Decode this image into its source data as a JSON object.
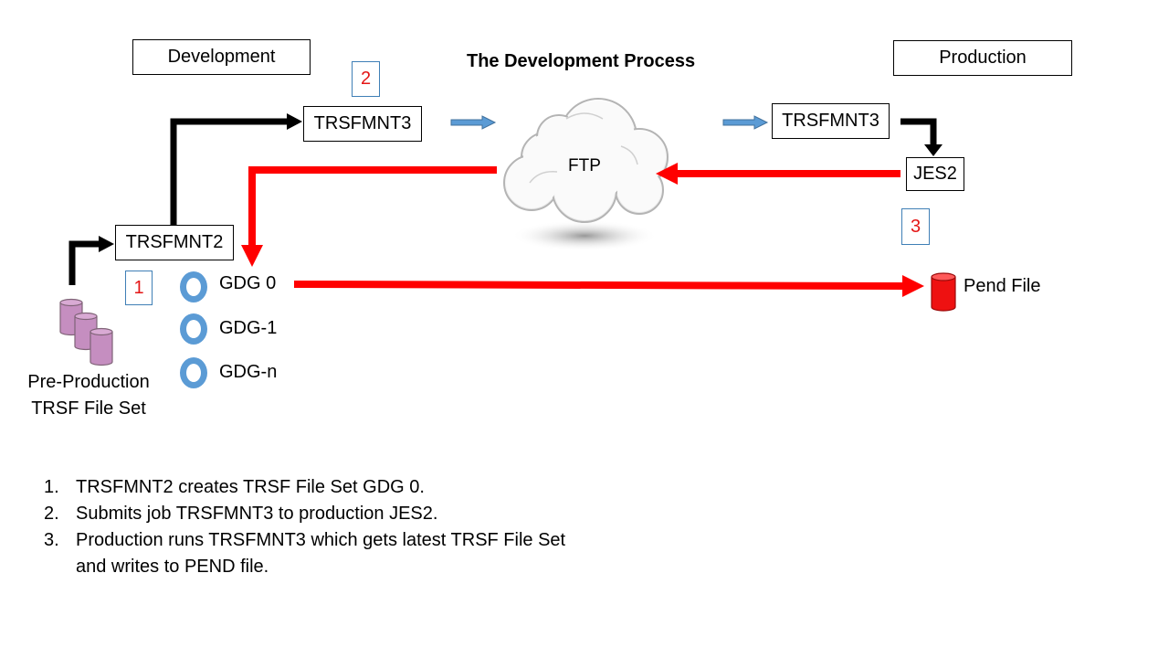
{
  "title": "The Development Process",
  "headers": {
    "development": "Development",
    "production": "Production"
  },
  "step_markers": [
    "1",
    "2",
    "3"
  ],
  "boxes": {
    "trsfmnt2": "TRSFMNT2",
    "trsfmnt3_dev": "TRSFMNT3",
    "trsfmnt3_prod": "TRSFMNT3",
    "jes2": "JES2"
  },
  "cloud_label": "FTP",
  "gdg": [
    "GDG 0",
    "GDG-1",
    "GDG-n"
  ],
  "pre_production": [
    "Pre-Production",
    "TRSF File Set"
  ],
  "pend_file": "Pend File",
  "notes": [
    {
      "n": "1.",
      "text": "TRSFMNT2 creates TRSF File Set GDG 0."
    },
    {
      "n": "2.",
      "text": "Submits job TRSFMNT3 to production JES2."
    },
    {
      "n": "3.",
      "text": "Production runs TRSFMNT3 which gets latest TRSF File Set and writes to PEND file."
    }
  ],
  "colors": {
    "red_arrow": "#ff0000",
    "black_arrow": "#000000",
    "blue_arrow": "#5b9bd5",
    "gdg_ring": "#5b9bd5",
    "database": "#c58ec0",
    "pend_cylinder": "#ee1111",
    "marker_text": "#e41616"
  },
  "icons": {
    "cloud": "cloud-icon",
    "database": "database-stack-icon",
    "pend": "cylinder-icon",
    "gdg": "ring-icon"
  }
}
